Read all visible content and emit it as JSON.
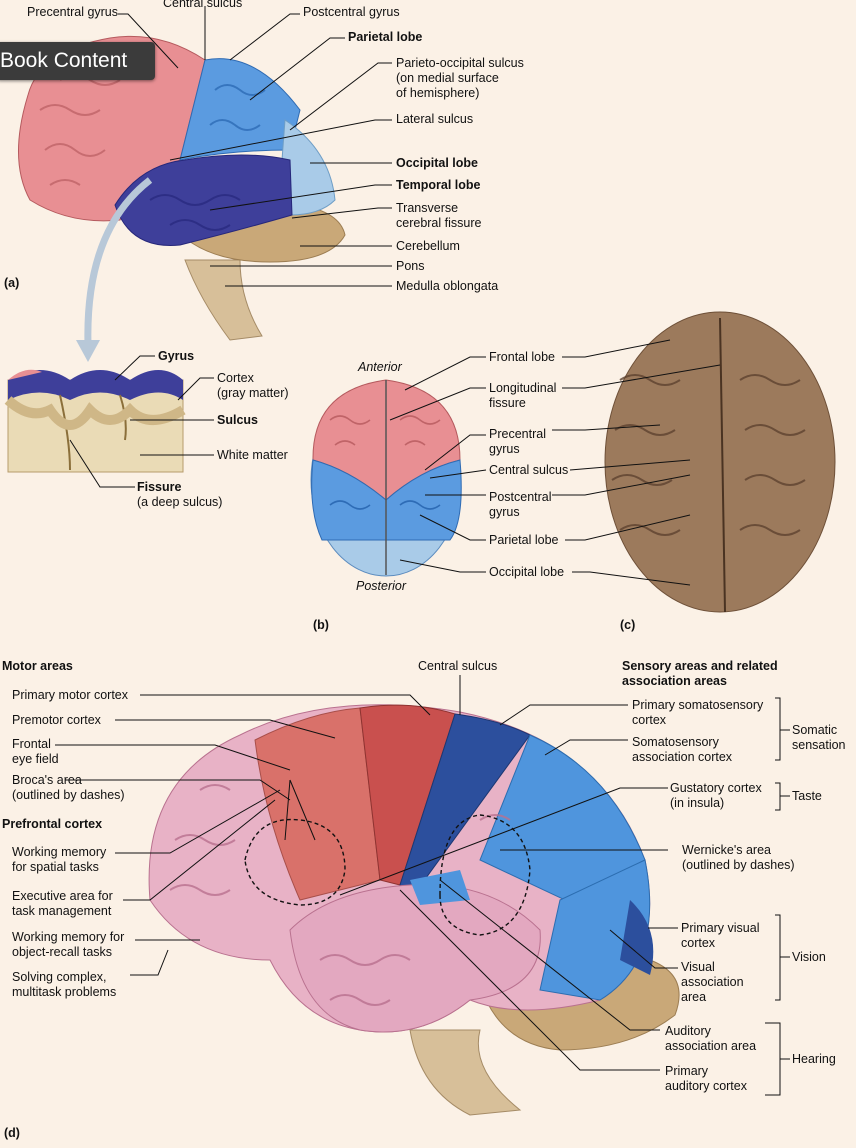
{
  "badge": "Book Content",
  "panel_a": {
    "letter": "(a)",
    "labels": {
      "precentral_gyrus": "Precentral gyrus",
      "central_sulcus": "Central sulcus",
      "postcentral_gyrus": "Postcentral gyrus",
      "parietal_lobe": "Parietal lobe",
      "parieto_occipital_sulcus": "Parieto-occipital sulcus\n(on medial surface\nof hemisphere)",
      "lateral_sulcus": "Lateral sulcus",
      "occipital_lobe": "Occipital lobe",
      "temporal_lobe": "Temporal lobe",
      "transverse_fissure": "Transverse\ncerebral fissure",
      "cerebellum": "Cerebellum",
      "pons": "Pons",
      "medulla": "Medulla oblongata"
    }
  },
  "inset": {
    "gyrus": "Gyrus",
    "cortex": "Cortex\n(gray matter)",
    "sulcus": "Sulcus",
    "white_matter": "White matter",
    "fissure": "Fissure",
    "fissure_note": "(a deep sulcus)"
  },
  "panel_b": {
    "letter": "(b)",
    "anterior": "Anterior",
    "posterior": "Posterior",
    "labels": {
      "frontal_lobe": "Frontal lobe",
      "longitudinal_fissure": "Longitudinal\nfissure",
      "precentral_gyrus": "Precentral\ngyrus",
      "central_sulcus": "Central sulcus",
      "postcentral_gyrus": "Postcentral\ngyrus",
      "parietal_lobe": "Parietal lobe",
      "occipital_lobe": "Occipital lobe"
    }
  },
  "panel_c": {
    "letter": "(c)"
  },
  "panel_d": {
    "letter": "(d)",
    "motor_areas": "Motor areas",
    "central_sulcus": "Central sulcus",
    "sensory_heading": "Sensory areas and related\nassociation areas",
    "left_labels": {
      "primary_motor": "Primary motor cortex",
      "premotor": "Premotor cortex",
      "frontal_eye": "Frontal\neye field",
      "broca": "Broca's area\n(outlined by dashes)",
      "prefrontal": "Prefrontal cortex",
      "spatial": "Working memory\nfor spatial tasks",
      "executive": "Executive area for\ntask management",
      "object_recall": "Working memory for\nobject-recall tasks",
      "complex": "Solving complex,\nmultitask problems"
    },
    "right_labels": {
      "primary_somatosensory": "Primary somatosensory\ncortex",
      "somatosensory_assoc": "Somatosensory\nassociation cortex",
      "gustatory": "Gustatory cortex\n(in insula)",
      "wernicke": "Wernicke's area\n(outlined by dashes)",
      "primary_visual": "Primary visual\ncortex",
      "visual_assoc": "Visual\nassociation\narea",
      "auditory_assoc": "Auditory\nassociation area",
      "primary_auditory": "Primary\nauditory cortex"
    },
    "groups": {
      "somatic": "Somatic\nsensation",
      "taste": "Taste",
      "vision": "Vision",
      "hearing": "Hearing"
    }
  },
  "colors": {
    "frontal": "#e88f93",
    "parietal": "#5b9be0",
    "temporal": "#3e3f9a",
    "occipital": "#a9cbe8",
    "cerebellum": "#c9a878",
    "brainstem": "#d7bf99",
    "prefrontal": "#e8b2c6",
    "motor": "#c9504e",
    "premotor": "#d9716a",
    "sensory_blue": "#4f95dd",
    "deep_blue": "#2c4f9d"
  }
}
